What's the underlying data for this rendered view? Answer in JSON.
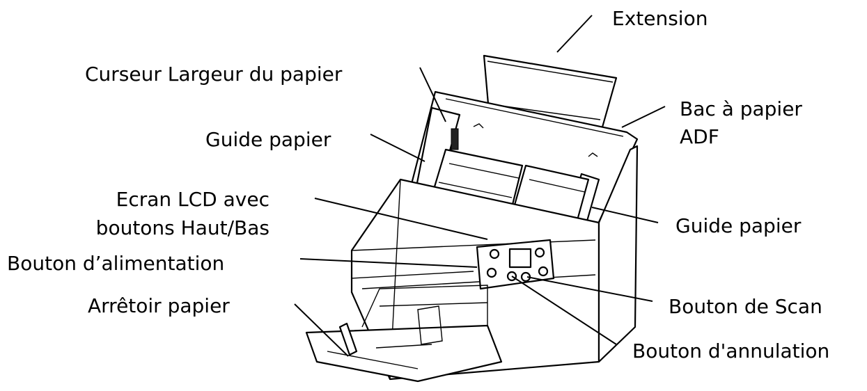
{
  "labels": {
    "extension": "Extension",
    "width_slider": "Curseur Largeur du papier",
    "paper_guide_left": "Guide papier",
    "adf_tray_1": "Bac à papier",
    "adf_tray_2": "ADF",
    "lcd_1": "Ecran LCD avec",
    "lcd_2": "boutons Haut/Bas",
    "paper_guide_right": "Guide papier",
    "power_button": "Bouton d’alimentation",
    "paper_stopper": "Arrêtoir papier",
    "scan_button": "Bouton de Scan",
    "cancel_button": "Bouton d'annulation"
  }
}
